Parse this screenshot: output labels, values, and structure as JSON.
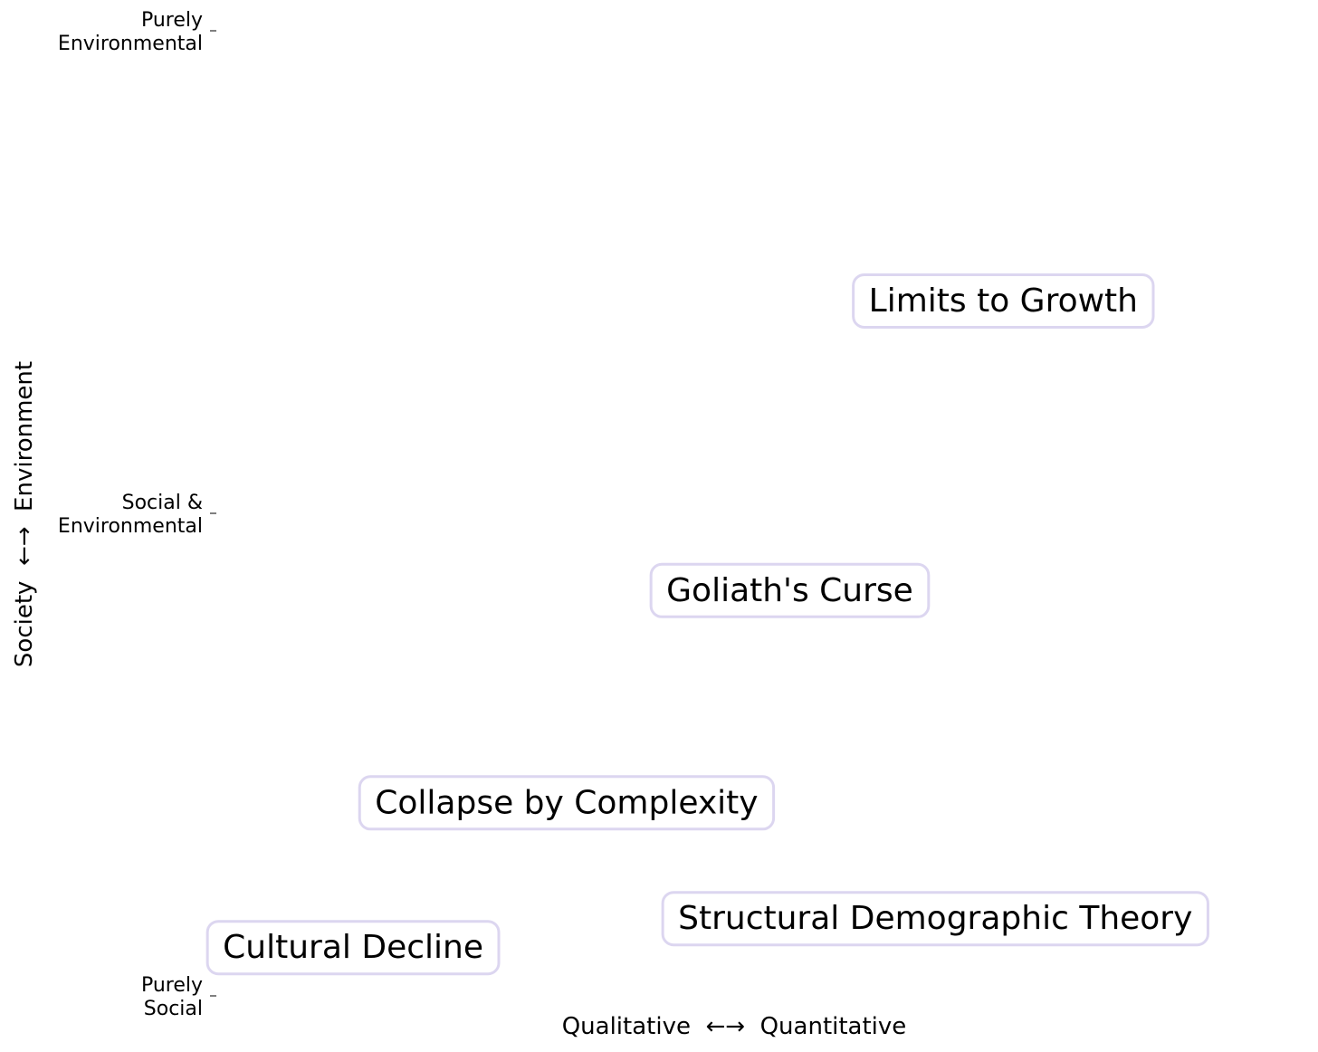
{
  "chart_data": {
    "type": "scatter",
    "title": "",
    "xlabel": "Qualitative  ←→  Quantitative",
    "ylabel": "Society  ←→  Environment",
    "xlim": [
      0,
      10
    ],
    "ylim": [
      0,
      10
    ],
    "yticks": [
      {
        "value": 0,
        "label": "Purely\nSocial"
      },
      {
        "value": 5,
        "label": "Social &\nEnvironmental"
      },
      {
        "value": 10,
        "label": "Purely\nEnvironmental"
      }
    ],
    "points": [
      {
        "label": "Limits to Growth",
        "x": 8.1,
        "y": 7.2
      },
      {
        "label": "Goliath's Curse",
        "x": 5.9,
        "y": 4.2
      },
      {
        "label": "Collapse by Complexity",
        "x": 3.6,
        "y": 2.0
      },
      {
        "label": "Structural Demographic Theory",
        "x": 7.4,
        "y": 0.8
      },
      {
        "label": "Cultural Decline",
        "x": 1.4,
        "y": 0.5
      }
    ],
    "label_box": {
      "edgecolor": "#dcd6f0",
      "facecolor": "#ffffff"
    },
    "grid": false,
    "legend": "none"
  }
}
